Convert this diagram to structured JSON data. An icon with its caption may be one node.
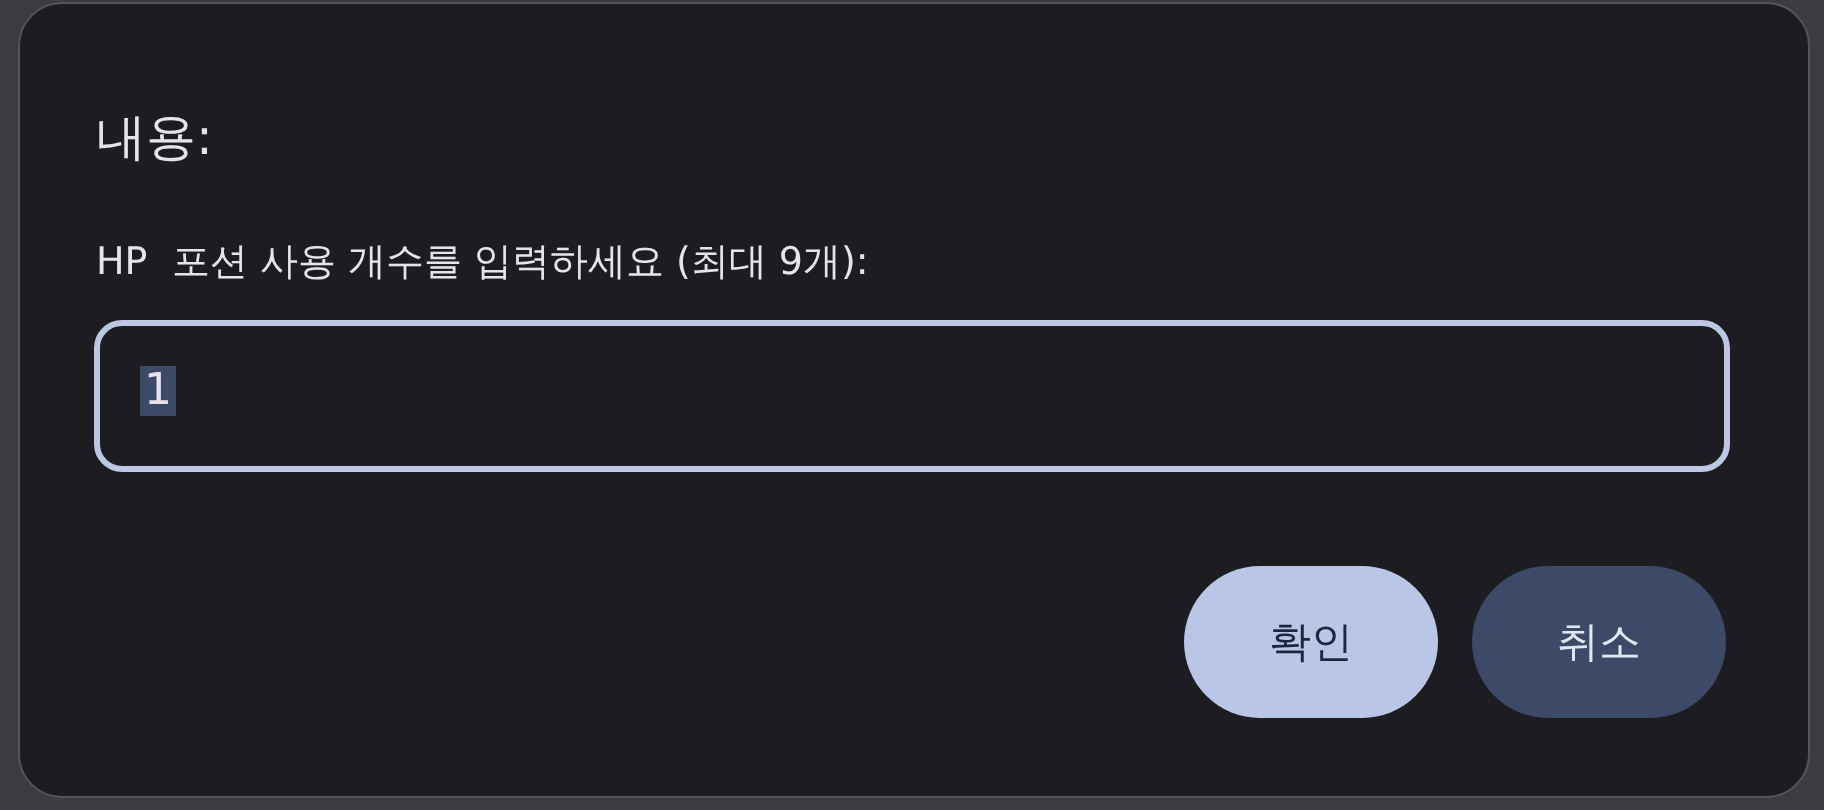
{
  "diagram": {
    "title": "내용:",
    "nodes": [
      {
        "text": [
          "1"
        ]
      },
      {
        "text": [
          "확인"
        ]
      },
      {
        "text": [
          "취소"
        ]
      }
    ],
    "labels": [
      "HP  포션 사용 개수를 입력하세요 (최대 9개):"
    ]
  }
}
